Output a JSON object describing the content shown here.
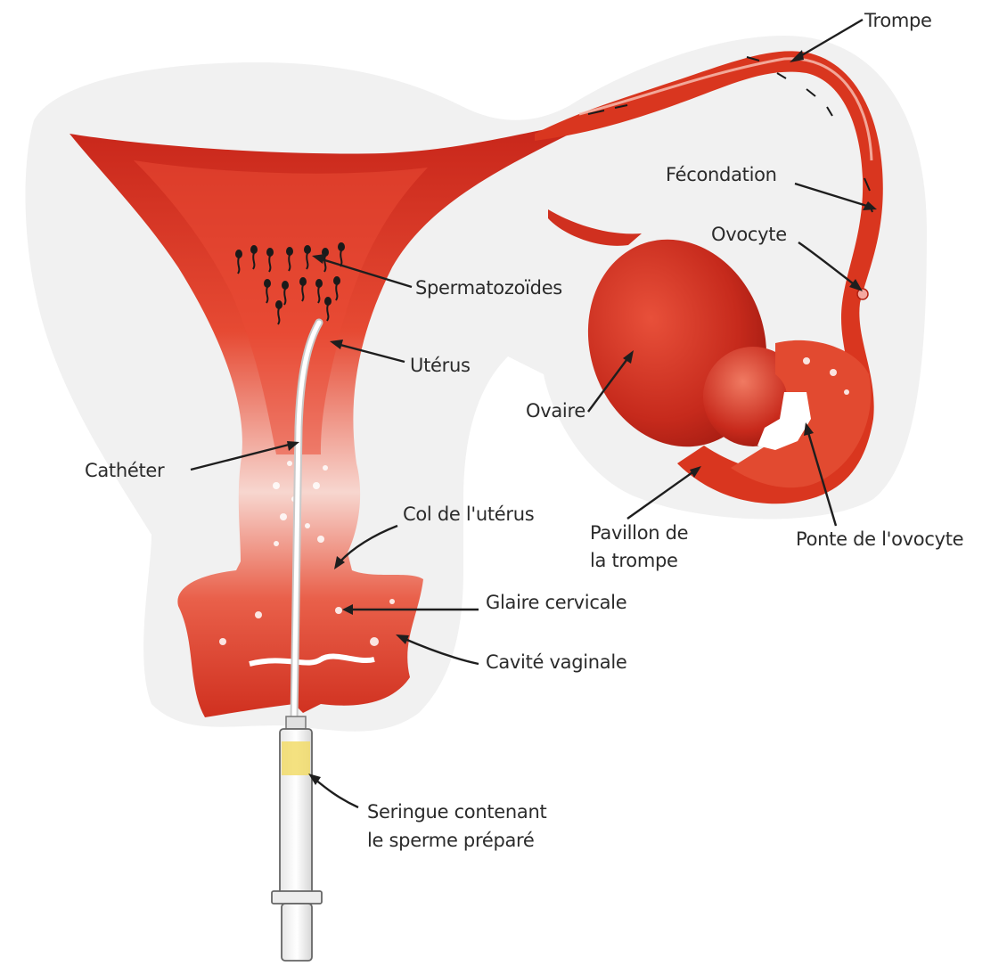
{
  "labels": {
    "trompe": "Trompe",
    "fecondation": "Fécondation",
    "ovocyte": "Ovocyte",
    "spermatozoides": "Spermatozoïdes",
    "uterus": "Utérus",
    "ovaire": "Ovaire",
    "catheter": "Cathéter",
    "col": "Col de l'utérus",
    "pavillon_line1": "Pavillon de",
    "pavillon_line2": "la trompe",
    "ponte": "Ponte de l'ovocyte",
    "glaire": "Glaire cervicale",
    "cavite": "Cavité vaginale",
    "seringue_line1": "Seringue contenant",
    "seringue_line2": "le sperme préparé"
  },
  "colors": {
    "tissue_dark": "#c8261a",
    "tissue_mid": "#e0402b",
    "tissue_light": "#f3a08e",
    "outline_shadow": "#e6e6e6",
    "sperm_yellow": "#f2dc6a"
  }
}
